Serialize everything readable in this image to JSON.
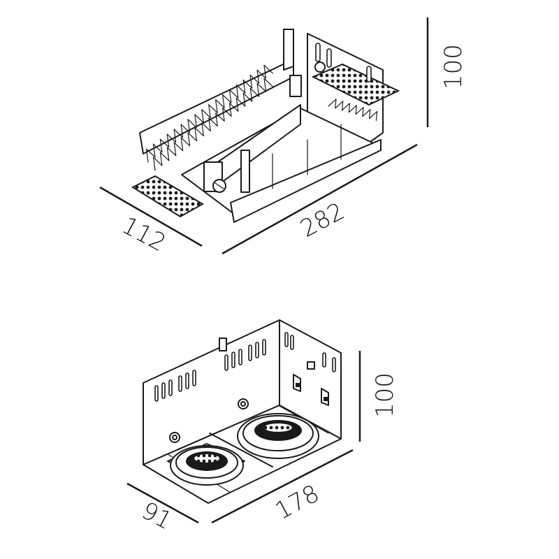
{
  "diagram_1": {
    "dimensions": {
      "height": "100",
      "depth": "112",
      "length": "282"
    }
  },
  "diagram_2": {
    "dimensions": {
      "height": "100",
      "depth": "91",
      "length": "178"
    }
  },
  "colors": {
    "line": "#1a1a1a",
    "background": "#ffffff"
  }
}
